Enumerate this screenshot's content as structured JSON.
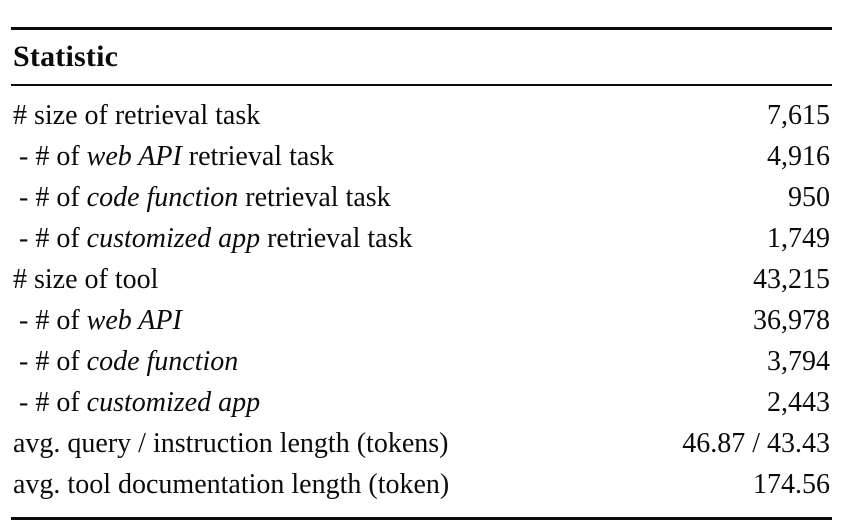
{
  "table": {
    "header": "Statistic",
    "rows": [
      {
        "prefix": "# size of retrieval task",
        "italic": "",
        "suffix": "",
        "value": "7,615",
        "indent": false
      },
      {
        "prefix": "- # of ",
        "italic": "web API",
        "suffix": " retrieval task",
        "value": "4,916",
        "indent": true
      },
      {
        "prefix": "- # of ",
        "italic": "code function",
        "suffix": " retrieval task",
        "value": "950",
        "indent": true
      },
      {
        "prefix": "- # of ",
        "italic": "customized app",
        "suffix": " retrieval task",
        "value": "1,749",
        "indent": true
      },
      {
        "prefix": "# size of tool",
        "italic": "",
        "suffix": "",
        "value": "43,215",
        "indent": false
      },
      {
        "prefix": "- # of ",
        "italic": "web API",
        "suffix": "",
        "value": "36,978",
        "indent": true
      },
      {
        "prefix": "- # of ",
        "italic": "code function",
        "suffix": "",
        "value": "3,794",
        "indent": true
      },
      {
        "prefix": "- # of ",
        "italic": "customized app",
        "suffix": "",
        "value": "2,443",
        "indent": true
      },
      {
        "prefix": "avg. query / instruction length (tokens)",
        "italic": "",
        "suffix": "",
        "value": "46.87 / 43.43",
        "indent": false
      },
      {
        "prefix": "avg. tool documentation length (token)",
        "italic": "",
        "suffix": "",
        "value": "174.56",
        "indent": false
      }
    ],
    "colors": {
      "text": "#0b0b0b",
      "background": "#ffffff",
      "rule": "#0b0b0b"
    }
  }
}
